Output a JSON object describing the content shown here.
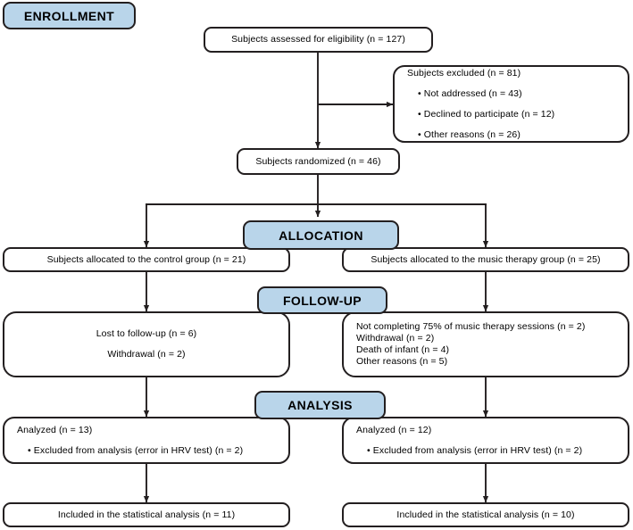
{
  "diagram": {
    "title": "CONSORT participant flow diagram",
    "stroke_color": "#231f20",
    "stage_fill_color": "#b9d5ea",
    "background_color": "#ffffff"
  },
  "stages": {
    "enrollment": "ENROLLMENT",
    "allocation": "ALLOCATION",
    "followup": "FOLLOW-UP",
    "analysis": "ANALYSIS"
  },
  "nodes": {
    "eligibility": {
      "lines": [
        "Subjects assessed for eligibility (n = 127)"
      ]
    },
    "excluded": {
      "lines": [
        "Subjects excluded (n = 81)",
        "• Not addressed (n = 43)",
        "• Declined to participate (n = 12)",
        "• Other reasons (n = 26)"
      ]
    },
    "randomized": {
      "lines": [
        "Subjects randomized (n = 46)"
      ]
    },
    "allocated_control": {
      "lines": [
        "Subjects allocated to the control group (n = 21)"
      ]
    },
    "allocated_music": {
      "lines": [
        "Subjects allocated to the music therapy group (n = 25)"
      ]
    },
    "followup_control": {
      "lines": [
        "Lost to follow-up (n = 6)",
        "Withdrawal (n = 2)"
      ]
    },
    "followup_music": {
      "lines": [
        "Not completing 75% of music therapy sessions (n = 2)",
        "Withdrawal (n = 2)",
        "Death of infant (n = 4)",
        "Other reasons (n = 5)"
      ]
    },
    "analysis_control": {
      "lines": [
        "Analyzed (n = 13)",
        "• Excluded from analysis (error in HRV test) (n = 2)"
      ]
    },
    "analysis_music": {
      "lines": [
        "Analyzed (n = 12)",
        "• Excluded from analysis (error in HRV test) (n = 2)"
      ]
    },
    "final_control": {
      "lines": [
        "Included in the statistical analysis (n = 11)"
      ]
    },
    "final_music": {
      "lines": [
        "Included in the statistical analysis (n = 10)"
      ]
    }
  }
}
